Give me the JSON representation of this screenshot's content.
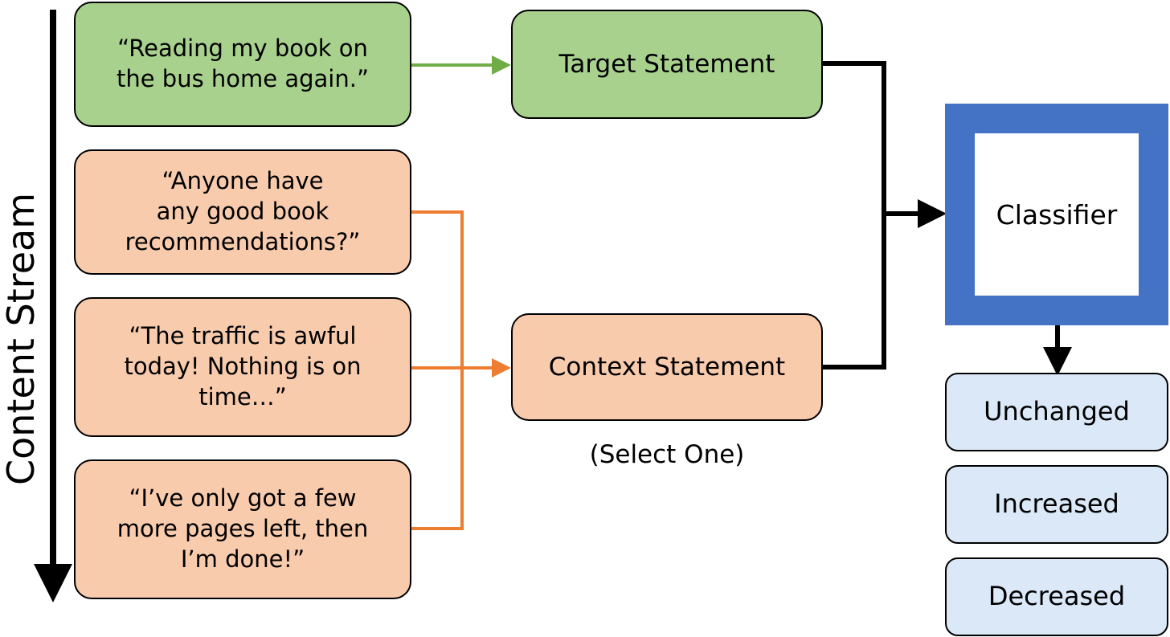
{
  "stream_label": "Content Stream",
  "statements": [
    {
      "text": "“Reading my book on\nthe bus home again.”",
      "kind": "target"
    },
    {
      "text": "“Anyone have\nany good book\nrecommendations?”",
      "kind": "context"
    },
    {
      "text": "“The traffic is awful\ntoday! Nothing is on\ntime…”",
      "kind": "context"
    },
    {
      "text": "“I’ve only got a few\nmore pages left, then\nI’m done!”",
      "kind": "context"
    }
  ],
  "target_label": "Target Statement",
  "context_label": "Context Statement",
  "select_note": "(Select One)",
  "classifier_label": "Classifier",
  "outputs": [
    "Unchanged",
    "Increased",
    "Decreased"
  ],
  "colors": {
    "target_fill": "#a9d18e",
    "context_fill": "#f8cbad",
    "output_fill": "#dae8f7",
    "classifier_border": "#4472c4",
    "green_arrow": "#70ad47",
    "orange_line": "#ed7d31"
  }
}
